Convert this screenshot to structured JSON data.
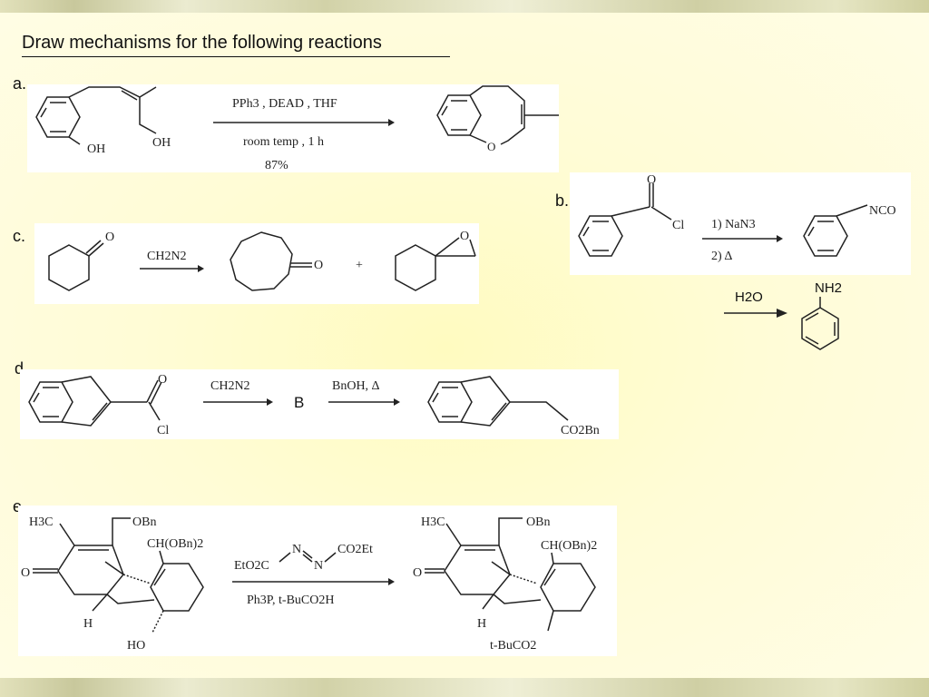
{
  "title": "Draw mechanisms for the following reactions",
  "labels": {
    "a": "a.",
    "b": "b.",
    "c": "c.",
    "d": "d.",
    "e": "e."
  },
  "reaction_a": {
    "reagents": "PPh3 , DEAD , THF",
    "conditions": "room temp , 1 h",
    "yield": "87%",
    "sm_oh1": "OH",
    "sm_oh2": "OH",
    "product_o": "O"
  },
  "reaction_b": {
    "carbonyl_o": "O",
    "cl": "Cl",
    "step1": "1) NaN3",
    "step2": "2) Δ",
    "product_group": "NCO",
    "hydrolysis_reagent": "H2O",
    "final_group": "NH2"
  },
  "reaction_c": {
    "sm_o": "O",
    "reagent": "CH2N2",
    "product1_o": "O",
    "plus": "+",
    "epoxide_o": "O"
  },
  "reaction_d": {
    "carbonyl_o": "O",
    "cl": "Cl",
    "reagent1": "CH2N2",
    "intermediate": "B",
    "reagent2": "BnOH, Δ",
    "product_group": "CO2Bn"
  },
  "reaction_e": {
    "h3c": "H3C",
    "obn": "OBn",
    "ch_obn2": "CH(OBn)2",
    "o": "O",
    "h": "H",
    "ho": "HO",
    "reagent_azo_left": "EtO2C",
    "reagent_azo_n1": "N",
    "reagent_azo_n2": "N",
    "reagent_azo_right": "CO2Et",
    "reagent_line2": "Ph3P, t-BuCO2H",
    "product_ester": "t-BuCO2"
  }
}
